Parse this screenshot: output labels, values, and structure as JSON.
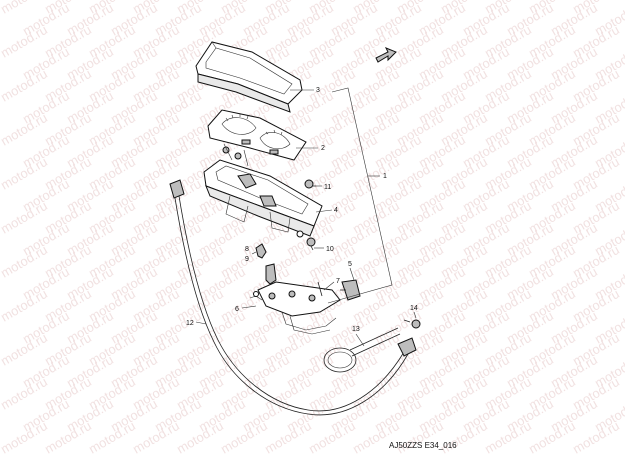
{
  "watermark": "motod.ru",
  "diagram_code": "AJ50ZZS E34_016",
  "callouts": [
    "1",
    "2",
    "3",
    "4",
    "5",
    "6",
    "7",
    "8",
    "9",
    "10",
    "11",
    "12",
    "13",
    "14"
  ],
  "colors": {
    "line": "#111111",
    "watermark": "#e6c9c9",
    "background": "#ffffff"
  },
  "icons": {
    "front_arrow": "front-arrow-icon"
  }
}
